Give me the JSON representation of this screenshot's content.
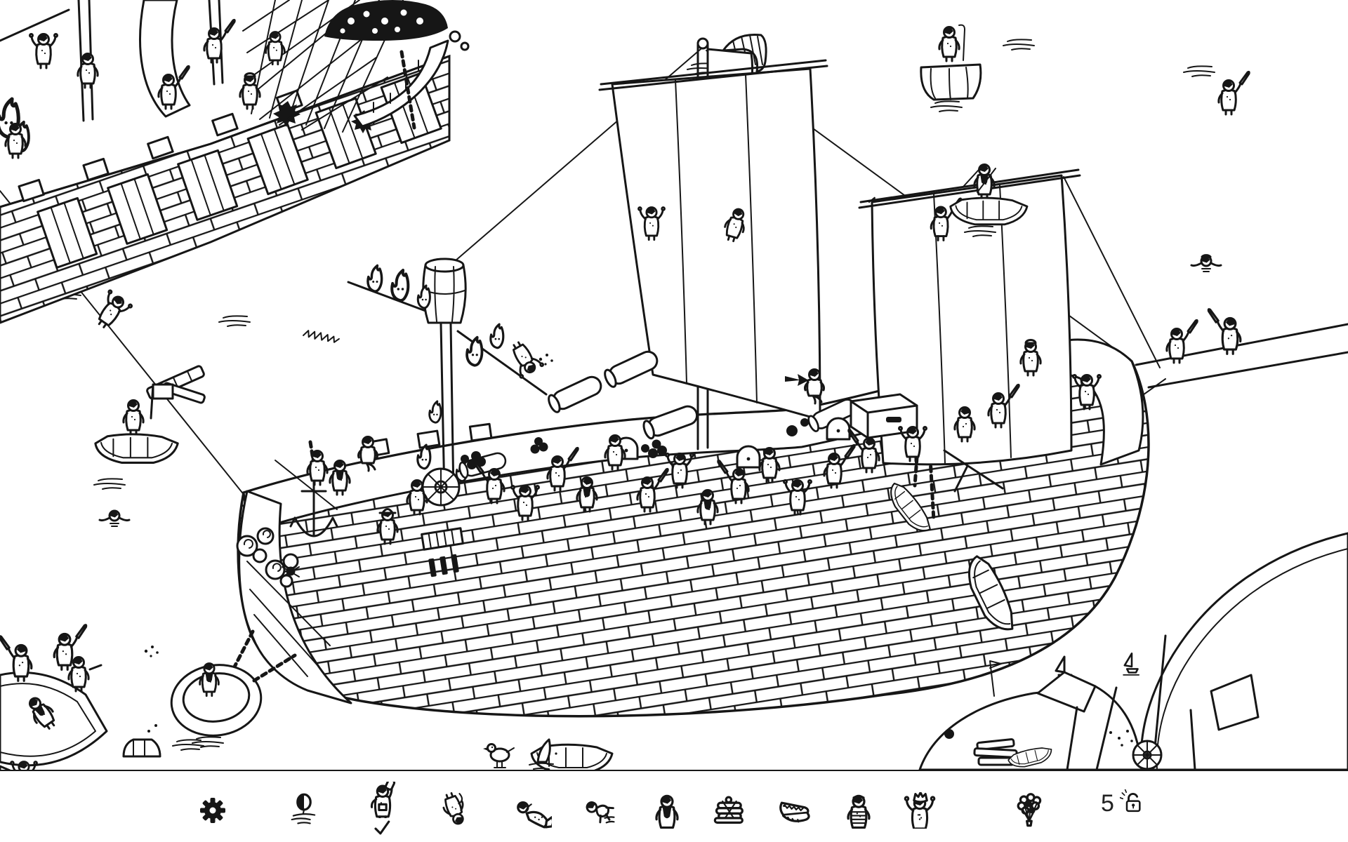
{
  "toolbar": {
    "settings_label": "settings",
    "unlock_count": "5",
    "unlock_icon": "open-padlock-icon",
    "targets": [
      {
        "icon": "balloon",
        "name": "balloon-in-water",
        "found": false
      },
      {
        "icon": "cook",
        "name": "cook-with-pan",
        "found": true
      },
      {
        "icon": "diver",
        "name": "hanging-diver",
        "found": false
      },
      {
        "icon": "mermaid",
        "name": "mermaid",
        "found": false
      },
      {
        "icon": "crawl",
        "name": "crawling-pirate",
        "found": false
      },
      {
        "icon": "beard",
        "name": "bearded-pirate",
        "found": false
      },
      {
        "icon": "raft",
        "name": "log-raft",
        "found": false
      },
      {
        "icon": "croc",
        "name": "crocodile",
        "found": false
      },
      {
        "icon": "striped",
        "name": "striped-shirt-pirate",
        "found": false
      },
      {
        "icon": "cheer",
        "name": "cheering-pirate-in-hat",
        "found": false
      },
      {
        "icon": "bouquet",
        "name": "balloon-bouquet",
        "found": false
      }
    ]
  },
  "scene": {
    "objects": [
      "pirate-galleon-top-left",
      "main-pirate-ship",
      "burning-foremast",
      "pirate-flag",
      "zipline-pirate",
      "rowboat-flag-waver",
      "backstroke-swimmer",
      "coracle-prisoner",
      "bottom-left-battle-boats",
      "floating-barrel",
      "empty-rowboat",
      "seagull",
      "shark-fin",
      "barrel-surfer",
      "rowboat-rower",
      "turban-swimmer",
      "bowsprit-duelists",
      "yardarm-knife-pirate",
      "hanging-lifeboats",
      "shipwreck-bottom-right",
      "tiny-sailboats",
      "treasure-heap",
      "anchor",
      "ship-wheel",
      "cannons",
      "cannonballs",
      "crate",
      "hint-arrow"
    ]
  }
}
